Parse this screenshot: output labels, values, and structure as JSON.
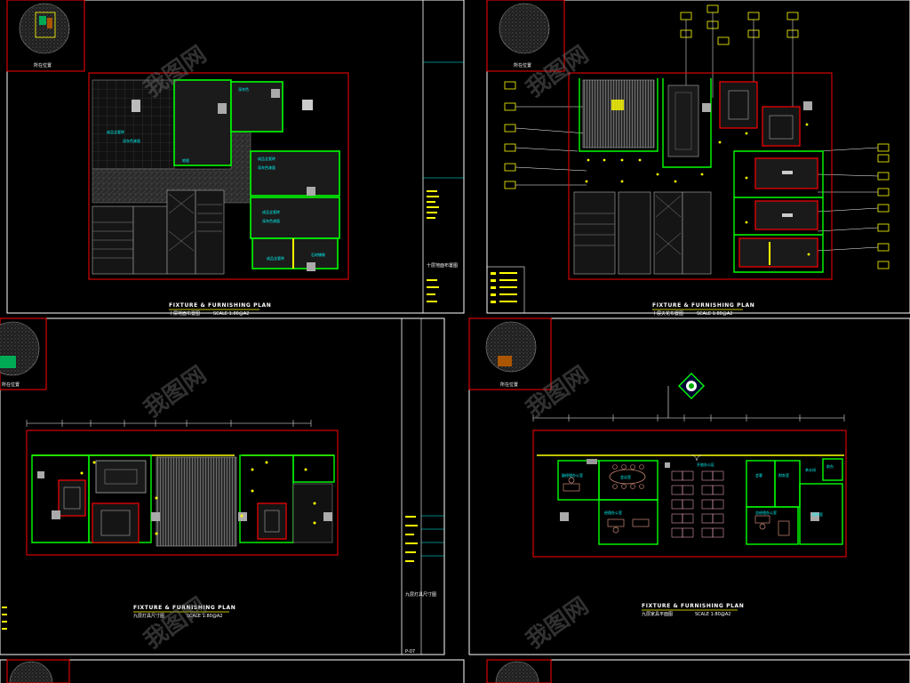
{
  "colors": {
    "background": "#000000",
    "frame": "#ffffff",
    "red_outline": "#ff0000",
    "green_wall": "#00ff00",
    "yellow": "#ffff00",
    "cyan_label": "#00ffff",
    "watermark": "#6e6e6e"
  },
  "sheets": [
    {
      "name": "top-left",
      "key_plan_caption": "所在位置",
      "plan_title": "FIXTURE & FURNISHING PLAN",
      "plan_subtitle": "十层地面布置图",
      "plan_scale": "SCALE   1:80@A2",
      "side_label": "十层地面布置图",
      "room_labels": [
        "成品全瓷砖",
        "深灰色漆面",
        "地毯",
        "深灰色",
        "成品全瓷砖",
        "深灰色漆面",
        "成品全瓷砖",
        "深灰色漆面",
        "成品全瓷砖",
        "石材铺装"
      ]
    },
    {
      "name": "top-right",
      "key_plan_caption": "所在位置",
      "plan_title": "FIXTURE & FURNISHING PLAN",
      "plan_subtitle": "十层天花布置图",
      "plan_scale": "SCALE   1:80@A2"
    },
    {
      "name": "bottom-left",
      "key_plan_caption": "所在位置",
      "plan_title": "FIXTURE & FURNISHING PLAN",
      "plan_subtitle": "九层灯具尺寸图",
      "plan_scale": "SCALE   1:80@A2",
      "side_label": "九层灯具尺寸图",
      "sheet_number": "P-07"
    },
    {
      "name": "bottom-right",
      "key_plan_caption": "所在位置",
      "plan_title": "FIXTURE & FURNISHING PLAN",
      "plan_subtitle": "九层家具平面图",
      "plan_scale": "SCALE   1:80@A2",
      "room_labels": [
        "副经理办公室",
        "会议室",
        "经理办公室",
        "开放办公区",
        "会客",
        "财务室",
        "总经理办公室",
        "茶水间",
        "前台",
        "接待室"
      ]
    }
  ],
  "watermark_text": "我图网"
}
